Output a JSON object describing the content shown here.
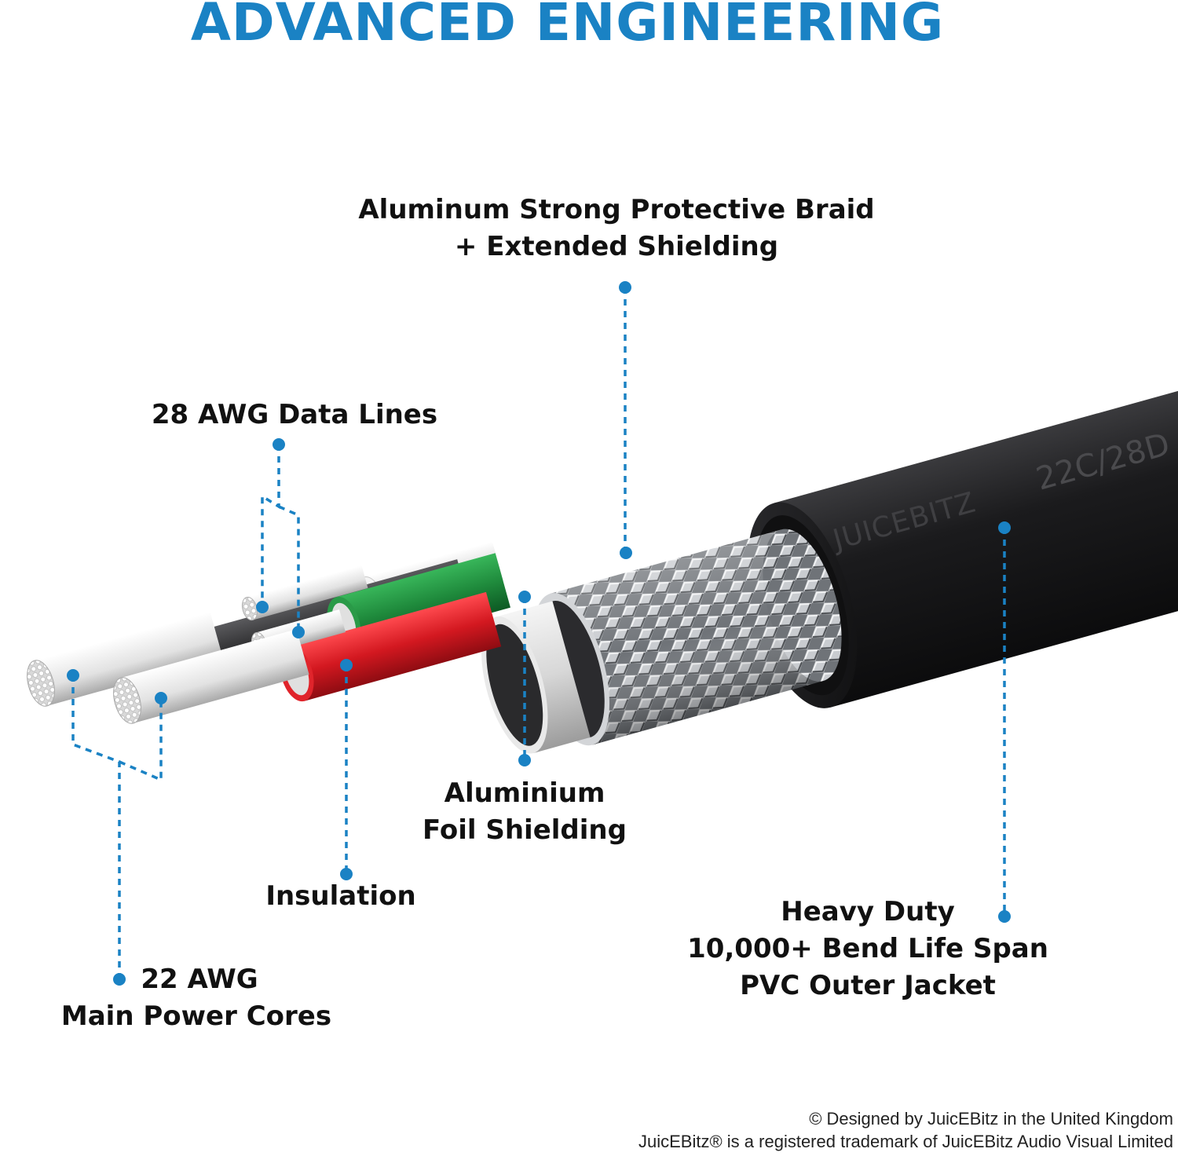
{
  "title": "ADVANCED ENGINEERING",
  "colors": {
    "accent": "#1a82c4",
    "jacket": "#1d1d1f",
    "braid": "#8a8d92",
    "green_wire": "#1f8a3c",
    "red_wire": "#d31820",
    "white_wire": "#ececec",
    "black_wire": "#2c2c2e",
    "conductor": "#e6e6e6"
  },
  "labels": {
    "braid": {
      "line1": "Aluminum Strong Protective Braid",
      "line2": "+ Extended Shielding"
    },
    "data_lines": {
      "line1": "28 AWG Data Lines"
    },
    "foil": {
      "line1": "Aluminium",
      "line2": "Foil Shielding"
    },
    "insulation": {
      "line1": "Insulation"
    },
    "jacket": {
      "line1": "Heavy Duty",
      "line2": "10,000+ Bend Life Span",
      "line3": "PVC Outer Jacket"
    },
    "power_cores": {
      "line1": "22 AWG",
      "line2": "Main Power Cores"
    }
  },
  "cable_print": {
    "brand": "JUICEBITZ",
    "spec": "22C/28D"
  },
  "footer": {
    "line1": "© Designed by JuicEBitz in the United Kingdom",
    "line2": "JuicEBitz® is a registered trademark of JuicEBitz Audio Visual Limited"
  },
  "icons": {
    "callout_marker": "dot-marker",
    "callout_leader": "dotted-leader-line"
  }
}
